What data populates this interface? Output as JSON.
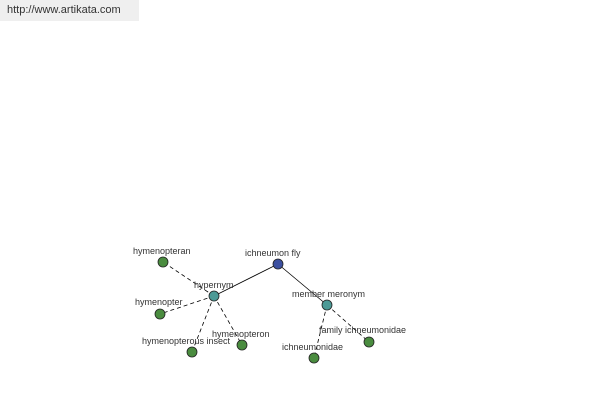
{
  "banner": {
    "url": "http://www.artikata.com"
  },
  "colors": {
    "root": "#3b4fa0",
    "relation": "#4c9a96",
    "leaf": "#4a8c3f",
    "edge": "#000000"
  },
  "graph": {
    "nodes": [
      {
        "id": "root",
        "label": "ichneumon fly",
        "kind": "root"
      },
      {
        "id": "hypernym",
        "label": "hypernym",
        "kind": "relation"
      },
      {
        "id": "member-meronym",
        "label": "member meronym",
        "kind": "relation"
      },
      {
        "id": "hymenopteran",
        "label": "hymenopteran",
        "kind": "leaf"
      },
      {
        "id": "hymenopter",
        "label": "hymenopter",
        "kind": "leaf"
      },
      {
        "id": "hymenopterous-insect",
        "label": "hymenopterous insect",
        "kind": "leaf"
      },
      {
        "id": "hymenopteron",
        "label": "hymenopteron",
        "kind": "leaf"
      },
      {
        "id": "ichneumonidae",
        "label": "ichneumonidae",
        "kind": "leaf"
      },
      {
        "id": "family-ichneumonidae",
        "label": "family ichneumonidae",
        "kind": "leaf"
      }
    ],
    "edges": [
      {
        "from": "root",
        "to": "hypernym",
        "style": "solid"
      },
      {
        "from": "root",
        "to": "member-meronym",
        "style": "solid"
      },
      {
        "from": "hypernym",
        "to": "hymenopteran",
        "style": "dashed"
      },
      {
        "from": "hypernym",
        "to": "hymenopter",
        "style": "dashed"
      },
      {
        "from": "hypernym",
        "to": "hymenopterous-insect",
        "style": "dashed"
      },
      {
        "from": "hypernym",
        "to": "hymenopteron",
        "style": "dashed"
      },
      {
        "from": "member-meronym",
        "to": "ichneumonidae",
        "style": "dashed"
      },
      {
        "from": "member-meronym",
        "to": "family-ichneumonidae",
        "style": "dashed"
      }
    ]
  }
}
